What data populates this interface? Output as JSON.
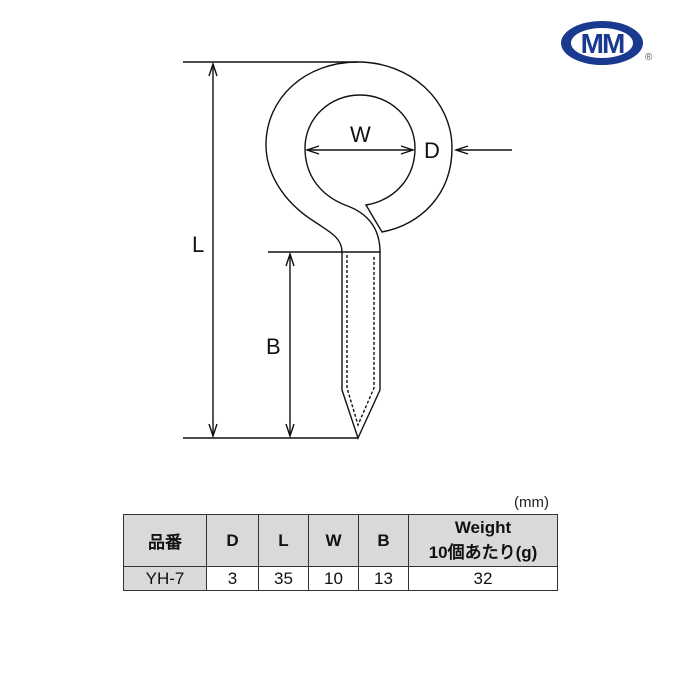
{
  "logo": {
    "text": "MM",
    "registered": "®",
    "color": "#1a3a8f"
  },
  "diagram": {
    "labels": {
      "W": "W",
      "D": "D",
      "L": "L",
      "B": "B"
    }
  },
  "table": {
    "unit": "(mm)",
    "headers": [
      "品番",
      "D",
      "L",
      "W",
      "B"
    ],
    "weight_header": {
      "line1": "Weight",
      "line2": "10個あたり(g)"
    },
    "rows": [
      {
        "code": "YH-7",
        "D": "3",
        "L": "35",
        "W": "10",
        "B": "13",
        "weight": "32"
      }
    ]
  }
}
